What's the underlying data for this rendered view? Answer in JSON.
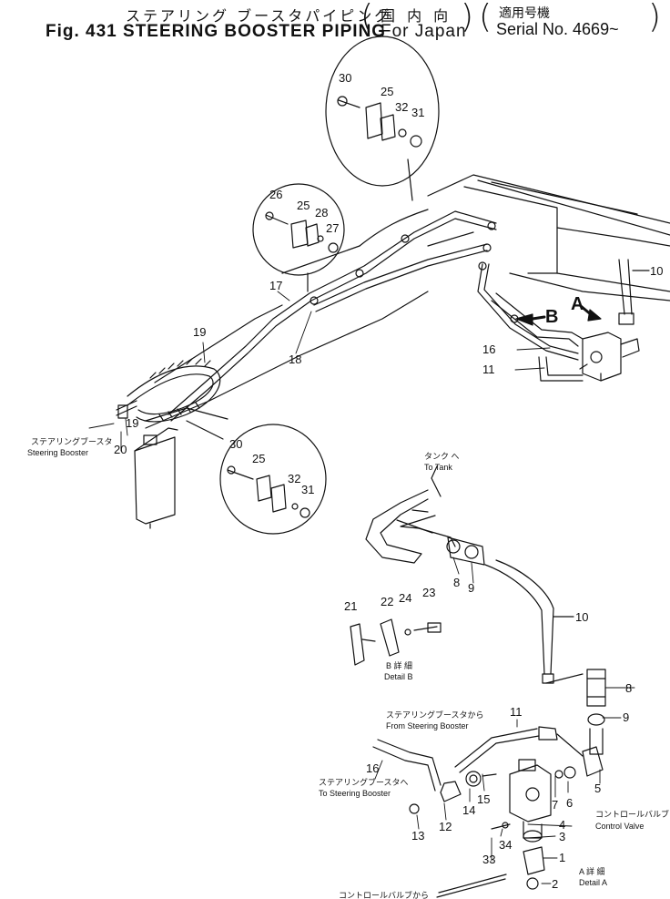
{
  "title": {
    "japanese": "ステアリング ブースタパイピング",
    "english": "Fig. 431 STEERING BOOSTER PIPING",
    "region_jp": "国 内 向",
    "region_en": "For Japan",
    "serial_jp": "適用号機",
    "serial_en": "Serial No. 4669~"
  },
  "labels": {
    "steering_booster_jp": "ステアリングブースタ",
    "steering_booster_en": "Steering Booster",
    "to_tank_jp": "タンク へ",
    "to_tank_en": "To Tank",
    "detail_b_jp": "B 詳 細",
    "detail_b_en": "Detail B",
    "from_booster_jp": "ステアリングブースタから",
    "from_booster_en": "From Steering Booster",
    "to_booster_jp": "ステアリングブースタへ",
    "to_booster_en": "To Steering Booster",
    "control_valve_jp": "コントロールバルブ",
    "control_valve_en": "Control Valve",
    "detail_a_jp": "A 詳 細",
    "detail_a_en": "Detail A",
    "bottom_jp": "コントロールバルブから",
    "arrow_a": "A",
    "arrow_b": "B"
  },
  "parts": {
    "p1": "1",
    "p2": "2",
    "p3": "3",
    "p4": "4",
    "p5": "5",
    "p6": "6",
    "p7": "7",
    "p8": "8",
    "p9": "9",
    "p10": "10",
    "p11": "11",
    "p12": "12",
    "p13": "13",
    "p14": "14",
    "p15": "15",
    "p16": "16",
    "p17": "17",
    "p18": "18",
    "p19": "19",
    "p20": "20",
    "p21": "21",
    "p22": "22",
    "p23": "23",
    "p24": "24",
    "p25": "25",
    "p26": "26",
    "p27": "27",
    "p28": "28",
    "p30": "30",
    "p31": "31",
    "p32": "32",
    "p33": "33",
    "p34": "34"
  }
}
